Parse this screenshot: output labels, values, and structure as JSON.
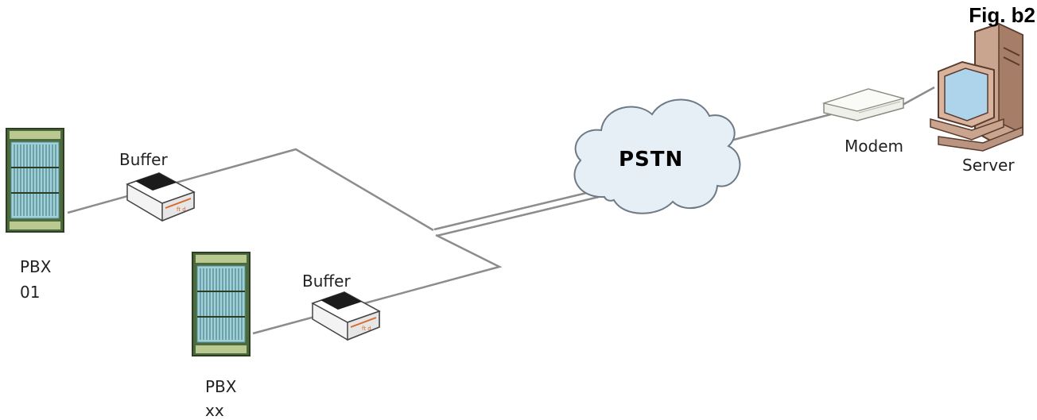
{
  "figure_label": "Fig. b2",
  "cloud_label": "PSTN",
  "nodes": {
    "pbx01": {
      "line1": "PBX",
      "line2": "01"
    },
    "pbxxx": {
      "line1": "PBX",
      "line2": "xx"
    },
    "buffer1": {
      "label": "Buffer"
    },
    "buffer2": {
      "label": "Buffer"
    },
    "modem": {
      "label": "Modem"
    },
    "server": {
      "label": "Server"
    }
  },
  "icons": [
    "pbx-rack-icon",
    "buffer-device-icon",
    "cloud-icon",
    "modem-icon",
    "server-computer-icon"
  ],
  "colors": {
    "line": "#8c8c8c",
    "cloud_fill": "#e6eef6",
    "rack_panel": "#9fd2d8"
  }
}
